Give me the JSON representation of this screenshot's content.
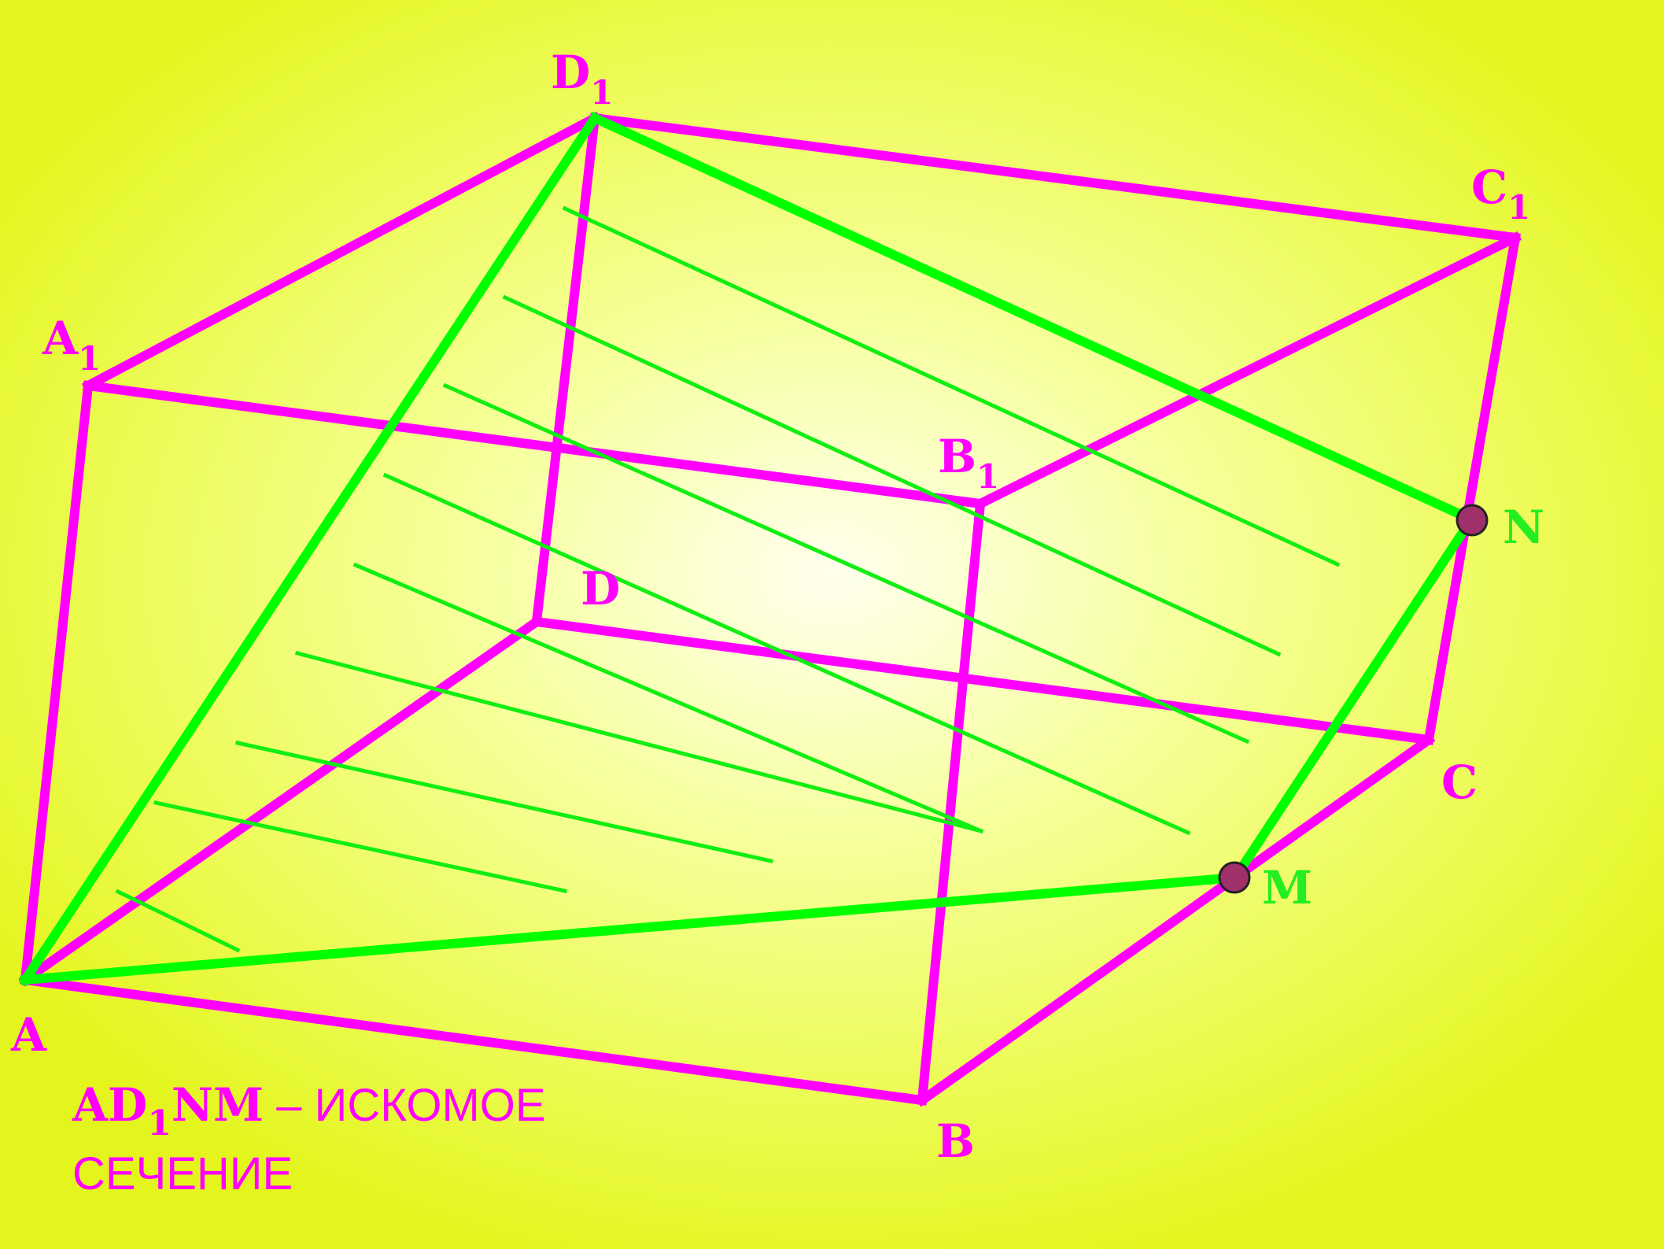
{
  "colors": {
    "edge": "#ff00ff",
    "section": "#00ff00",
    "hatch": "#11ee11",
    "point_fill": "#a0306a",
    "label": "#ff00ff",
    "label_point": "#22ee22"
  },
  "vertices": {
    "A": {
      "letter": "A",
      "sub": ""
    },
    "B": {
      "letter": "B",
      "sub": ""
    },
    "C": {
      "letter": "C",
      "sub": ""
    },
    "D": {
      "letter": "D",
      "sub": ""
    },
    "A1": {
      "letter": "A",
      "sub": "1"
    },
    "B1": {
      "letter": "B",
      "sub": "1"
    },
    "C1": {
      "letter": "C",
      "sub": "1"
    },
    "D1": {
      "letter": "D",
      "sub": "1"
    }
  },
  "points": {
    "M": {
      "letter": "M"
    },
    "N": {
      "letter": "N"
    }
  },
  "caption": {
    "section_name_part1": "AD",
    "section_name_sub": "1",
    "section_name_part2": "NM",
    "line1_rest": " – ИСКОМОЕ",
    "line2": "СЕЧЕНИЕ"
  }
}
